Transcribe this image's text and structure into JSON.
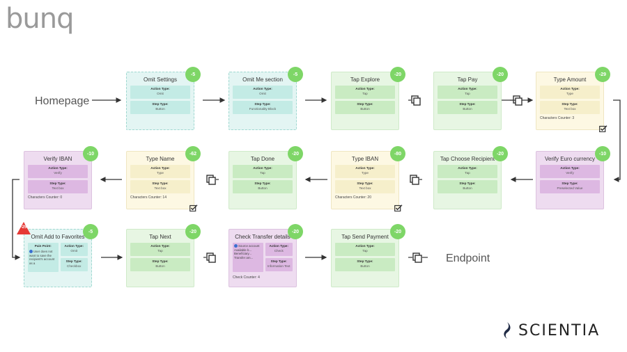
{
  "header": {
    "logo_text": "bunq"
  },
  "footer": {
    "brand_text": "SCIENTIA"
  },
  "terminals": {
    "start": "Homepage",
    "end": "Endpoint"
  },
  "field_labels": {
    "action_type": "Action Type:",
    "step_type": "Step Type:",
    "pain_point": "Pain Point:"
  },
  "steps": [
    {
      "title": "Omit Settings",
      "score": "-5",
      "theme": "teal",
      "action": "Omit",
      "step": "Button"
    },
    {
      "title": "Omit Me section",
      "score": "-5",
      "theme": "teal",
      "action": "Omit",
      "step": "Functionality Block"
    },
    {
      "title": "Tap Explore",
      "score": "-20",
      "theme": "green",
      "action": "Tap",
      "step": "Button"
    },
    {
      "title": "Tap Pay",
      "score": "-20",
      "theme": "green",
      "action": "Tap",
      "step": "Button"
    },
    {
      "title": "Type Amount",
      "score": "-29",
      "theme": "yellow",
      "action": "Type",
      "step": "Text box",
      "counter": "Characters Counter: 3"
    },
    {
      "title": "Verify Euro currency",
      "score": "-10",
      "theme": "purple",
      "action": "Verify",
      "step": "Preselected Value"
    },
    {
      "title": "Tap Choose Recipient",
      "score": "-20",
      "theme": "green",
      "action": "Tap",
      "step": "Button"
    },
    {
      "title": "Type IBAN",
      "score": "-80",
      "theme": "yellow",
      "action": "Type",
      "step": "Text box",
      "counter": "Characters Counter: 20"
    },
    {
      "title": "Tap Done",
      "score": "-20",
      "theme": "green",
      "action": "Tap",
      "step": "Button"
    },
    {
      "title": "Type Name",
      "score": "-62",
      "theme": "yellow",
      "action": "Type",
      "step": "Text box",
      "counter": "Characters Counter: 14"
    },
    {
      "title": "Verify IBAN",
      "score": "-10",
      "theme": "purple",
      "action": "Verify",
      "step": "Text box",
      "counter": "Characters Counter: 0"
    },
    {
      "title": "Omit Add to Favorites",
      "score": "-5",
      "theme": "teal",
      "action": "Omit",
      "step": "Checkbox",
      "pain_badge": "-25",
      "pain_text": "User does not want to save the recipient's account as a"
    },
    {
      "title": "Tap Next",
      "score": "-20",
      "theme": "green",
      "action": "Tap",
      "step": "Button"
    },
    {
      "title": "Check Transfer details",
      "score": "-20",
      "theme": "purple",
      "action": "Check",
      "step": "Information Text",
      "counter": "Check Counter: 4",
      "note_text": "Source account Available b... Beneficiary... Transfer am..."
    },
    {
      "title": "Tap Send Payment",
      "score": "-20",
      "theme": "green",
      "action": "Tap",
      "step": "Button"
    }
  ]
}
